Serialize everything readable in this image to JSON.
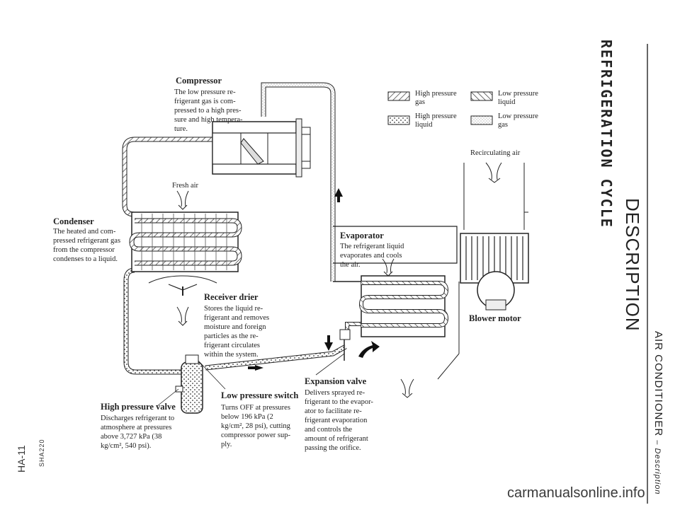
{
  "page": {
    "side_title": "REFRIGERATION CYCLE",
    "section_title": "DESCRIPTION",
    "chapter": "AIR CONDITIONER",
    "chapter_sub": "– Description",
    "page_number": "HA-11",
    "figure_code": "SHA220",
    "watermark": "carmanualsonline.info"
  },
  "legend": [
    {
      "label_line1": "High pressure",
      "label_line2": "gas",
      "pattern": "hatch-diag"
    },
    {
      "label_line1": "Low pressure",
      "label_line2": "liquid",
      "pattern": "hatch-back"
    },
    {
      "label_line1": "High pressure",
      "label_line2": "liquid",
      "pattern": "dots"
    },
    {
      "label_line1": "Low pressure",
      "label_line2": "gas",
      "pattern": "stipple"
    }
  ],
  "components": {
    "compressor": {
      "title": "Compressor",
      "desc": [
        "The low pressure re-",
        "frigerant gas is com-",
        "pressed to a high pres-",
        "sure and high tempera-",
        "ture."
      ]
    },
    "condenser": {
      "title": "Condenser",
      "desc": [
        "The heated and com-",
        "pressed refrigerant gas",
        "from the compressor",
        "condenses to a liquid."
      ]
    },
    "receiver_drier": {
      "title": "Receiver drier",
      "desc": [
        "Stores the liquid re-",
        "frigerant and removes",
        "moisture and foreign",
        "particles as the re-",
        "frigerant circulates",
        "within the system."
      ]
    },
    "evaporator": {
      "title": "Evaporator",
      "desc": [
        "The refrigerant liquid",
        "evaporates and cools",
        "the air."
      ]
    },
    "blower_motor": {
      "title": "Blower motor"
    },
    "expansion_valve": {
      "title": "Expansion valve",
      "desc": [
        "Delivers sprayed re-",
        "frigerant to the evapor-",
        "ator to facilitate re-",
        "frigerant evaporation",
        "and controls the",
        "amount of refrigerant",
        "passing the orifice."
      ]
    },
    "low_pressure_switch": {
      "title": "Low pressure switch",
      "desc": [
        "Turns OFF at pressures",
        "below 196 kPa (2",
        "kg/cm², 28 psi), cutting",
        "compressor power sup-",
        "ply."
      ]
    },
    "high_pressure_valve": {
      "title": "High pressure valve",
      "desc": [
        "Discharges refrigerant to",
        "atmosphere at pressures",
        "above 3,727 kPa (38",
        "kg/cm², 540 psi)."
      ]
    }
  },
  "airflow": {
    "fresh_air": "Fresh air",
    "recirculating_air": "Recirculating air"
  }
}
